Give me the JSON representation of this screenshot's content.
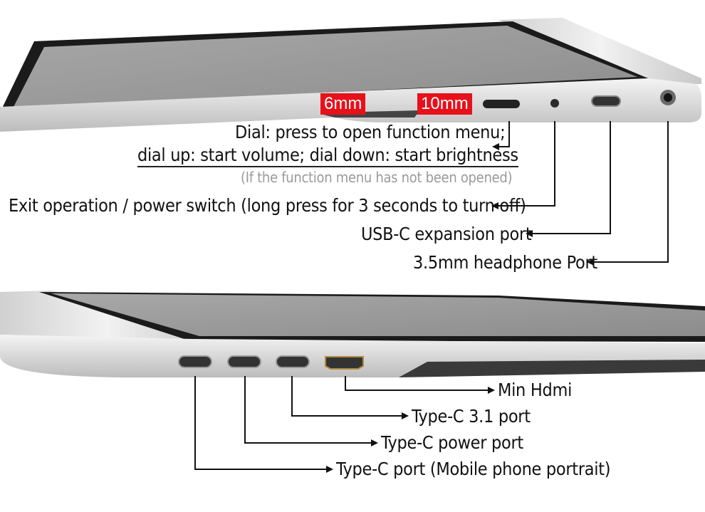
{
  "colors": {
    "screen": "#9a9a9a",
    "bezel": "#1a1a1a",
    "frame": "#dadada",
    "highlight_tag": "#e8101a",
    "line": "#111111"
  },
  "top_view": {
    "thickness_tags": [
      "6mm",
      "10mm"
    ],
    "callouts": {
      "dial_line1": "Dial: press to open function menu;",
      "dial_line2": "dial up: start volume; dial down: start brightness",
      "dial_note": "(If the function menu has not been opened)",
      "exit": "Exit operation / power switch (long press for 3 seconds to turn off)",
      "usbc_expansion": "USB-C expansion port",
      "headphone": "3.5mm headphone Port"
    }
  },
  "bottom_view": {
    "callouts": {
      "min_hdmi": "Min Hdmi",
      "typec_31": "Type-C 3.1 port",
      "typec_power": "Type-C power port",
      "typec_portrait": "Type-C port (Mobile phone portrait)"
    }
  }
}
